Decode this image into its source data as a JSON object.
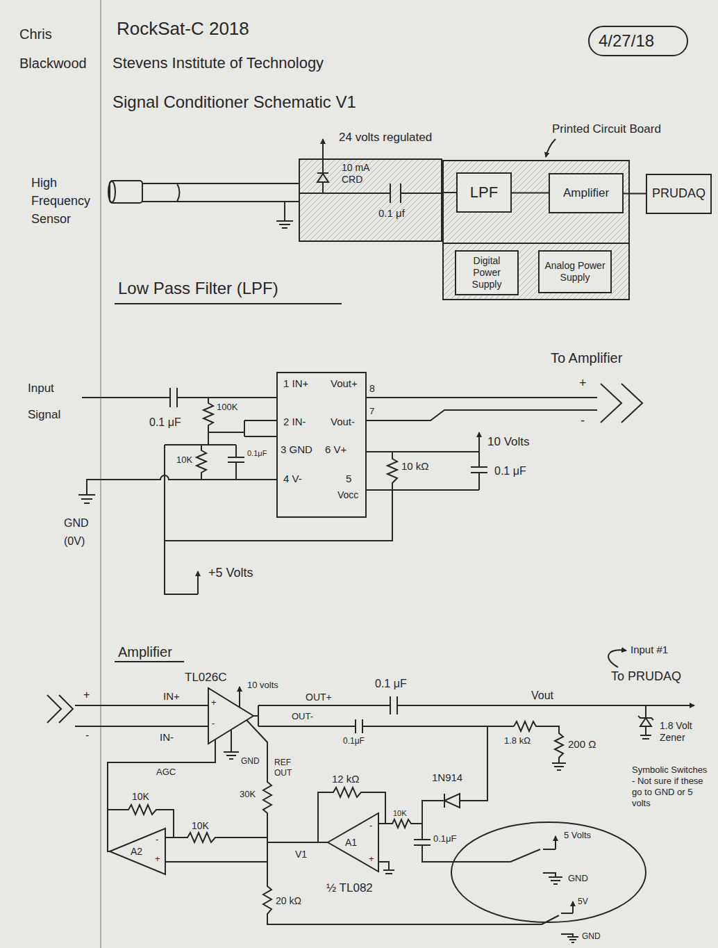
{
  "diagram": {
    "title": "Signal Conditioner Schematic V1",
    "nodes": [
      {
        "text": [
          "10 mA CRD",
          "0.1 μf"
        ]
      },
      {
        "text": [
          "Printed Circuit Board"
        ]
      },
      {
        "text": [
          "LPF"
        ],
        "in": 1
      },
      {
        "text": [
          "Amplifier"
        ],
        "in": 1
      },
      {
        "text": [
          "PRUDAQ"
        ]
      },
      {
        "text": [
          "Digital Power Supply"
        ],
        "in": 1
      },
      {
        "text": [
          "Analog Power Supply"
        ],
        "in": 1
      },
      {
        "text": [
          "1 IN+",
          "Vout+",
          "8",
          "2 IN-",
          "Vout-",
          "7",
          "3 GND",
          "6 V+",
          "4 V-",
          "5",
          "Vocc"
        ]
      }
    ],
    "edges": [
      {
        "from": 0,
        "to": 2,
        "arrow": "none"
      },
      {
        "from": 2,
        "to": 3,
        "arrow": "none"
      },
      {
        "from": 3,
        "to": 4,
        "arrow": "none"
      }
    ],
    "labels": [
      "Chris Blackwood",
      "RockSat-C 2018",
      "Stevens Institute of Technology",
      "4/27/18",
      "High Frequency Sensor",
      "24 volts regulated",
      "Low Pass Filter (LPF)",
      "Input Signal",
      "0.1 μF",
      "100K",
      "10K",
      "0.1μF",
      "To Amplifier",
      "+",
      "-",
      "10 Volts",
      "10 kΩ",
      "0.1 μF",
      "GND (0V)",
      "+5 Volts",
      "Amplifier",
      "+",
      "-",
      "IN+",
      "IN-",
      "TL026C",
      "+",
      "-",
      "10 volts",
      "GND",
      "AGC",
      "OUT+",
      "OUT-",
      "0.1 μF",
      "0.1μF",
      "Vout",
      "To PRUDAQ",
      "Input #1",
      "1.8 Volt Zener",
      "1.8 kΩ",
      "200 Ω",
      "REF OUT",
      "30K",
      "10K",
      "10K",
      "A2",
      "-",
      "+",
      "12 kΩ",
      "1N914",
      "10K",
      "A1",
      "-",
      "+",
      "V1",
      "0.1μF",
      "½ TL082",
      "20 kΩ",
      "5 Volts",
      "GND",
      "5V",
      "GND",
      "Symbolic Switches - Not sure if these go to GND or 5 volts"
    ]
  }
}
